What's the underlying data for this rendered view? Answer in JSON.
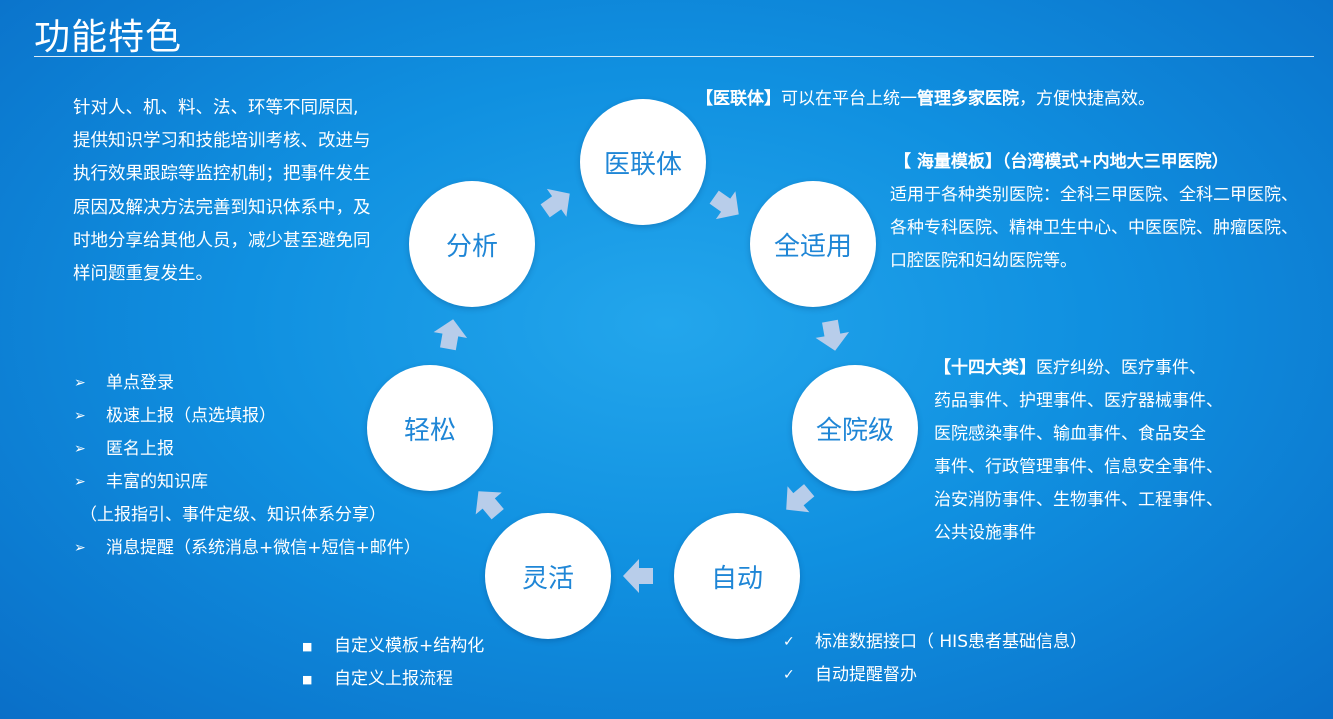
{
  "title": "功能特色",
  "intro_lines": [
    "针对人、机、料、法、环等不同原因,",
    "提供知识学习和技能培训考核、改进与",
    "执行效果跟踪等监控机制；把事件发生",
    "原因及解决方法完善到知识体系中，及",
    "时地分享给其他人员，减少甚至避免同",
    "样问题重复发生。"
  ],
  "nodes": {
    "yilianti": "医联体",
    "quanshiyong": "全适用",
    "quanyuanji": "全院级",
    "zidong": "自动",
    "linghuo": "灵活",
    "qingsong": "轻松",
    "fenxi": "分析"
  },
  "yilianti_note": {
    "tag": "【医联体】",
    "text1": "可以在平台上统一",
    "bold": "管理多家医院",
    "text2": "，方便快捷高效。"
  },
  "template_note": {
    "heading": "【 海量模板】（台湾模式+内地大三甲医院）",
    "lines": [
      "适用于各种类别医院：全科三甲医院、全科二甲医院、",
      "各种专科医院、精神卫生中心、中医医院、肿瘤医院、",
      "口腔医院和妇幼医院等。"
    ]
  },
  "category_note": {
    "tag": "【十四大类】",
    "first": "医疗纠纷、医疗事件、",
    "lines": [
      "药品事件、护理事件、医疗器械事件、",
      "医院感染事件、输血事件、食品安全",
      "事件、行政管理事件、信息安全事件、",
      "治安消防事件、生物事件、工程事件、",
      "公共设施事件"
    ]
  },
  "easy_list": {
    "items": [
      "单点登录",
      "极速上报（点选填报）",
      "匿名上报",
      "丰富的知识库"
    ],
    "sub": "（上报指引、事件定级、知识体系分享）",
    "last": "消息提醒（系统消息+微信+短信+邮件）",
    "marker": "➢"
  },
  "flexible_list": {
    "items": [
      "自定义模板+结构化",
      "自定义上报流程"
    ],
    "marker": "■"
  },
  "auto_list": {
    "items": [
      "标准数据接口（ HIS患者基础信息）",
      "自动提醒督办"
    ],
    "marker": "✓"
  },
  "colors": {
    "node_text": "#1f86d6",
    "arrow": "#b8cdea",
    "background": "#1090e0"
  }
}
